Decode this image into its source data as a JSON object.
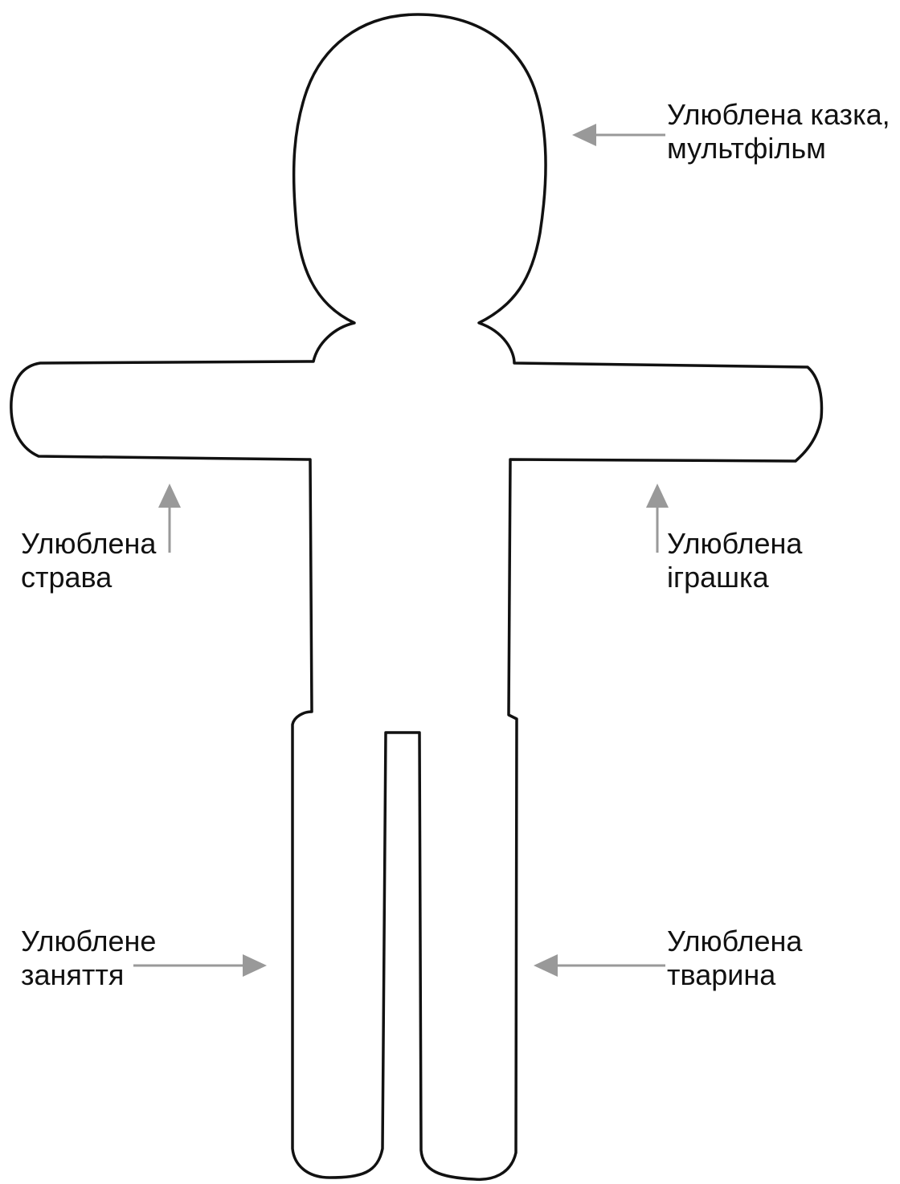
{
  "labels": {
    "head": {
      "line1": "Улюблена казка,",
      "line2": "мультфільм"
    },
    "left_arm": {
      "line1": "Улюблена",
      "line2": "страва"
    },
    "right_arm": {
      "line1": "Улюблена",
      "line2": "іграшка"
    },
    "left_leg": {
      "line1": "Улюблене",
      "line2": "заняття"
    },
    "right_leg": {
      "line1": "Улюблена",
      "line2": "тварина"
    }
  },
  "colors": {
    "outline": "#111111",
    "arrow": "#999999",
    "text": "#111111",
    "background": "#ffffff"
  }
}
